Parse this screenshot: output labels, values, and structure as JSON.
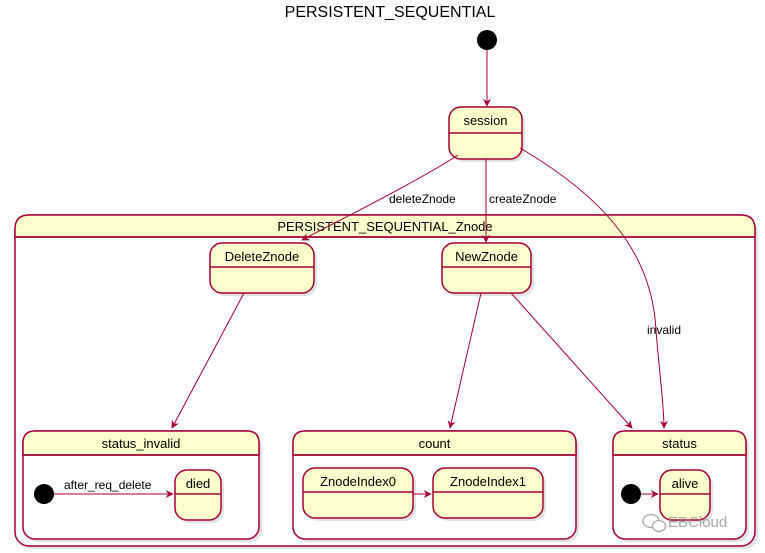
{
  "title": "PERSISTENT_SEQUENTIAL",
  "states": {
    "session": "session",
    "composite": "PERSISTENT_SEQUENTIAL_Znode",
    "delete_znode": "DeleteZnode",
    "new_znode": "NewZnode",
    "status_invalid": "status_invalid",
    "died": "died",
    "count": "count",
    "znode_index0": "ZnodeIndex0",
    "znode_index1": "ZnodeIndex1",
    "status": "status",
    "alive": "alive"
  },
  "transitions": {
    "delete": "deleteZnode",
    "create": "createZnode",
    "invalid": "invalid",
    "after_req_delete": "after_req_delete"
  },
  "watermark": "EBCloud",
  "colors": {
    "state_fill": "#FEFECE",
    "border": "#A80036"
  }
}
